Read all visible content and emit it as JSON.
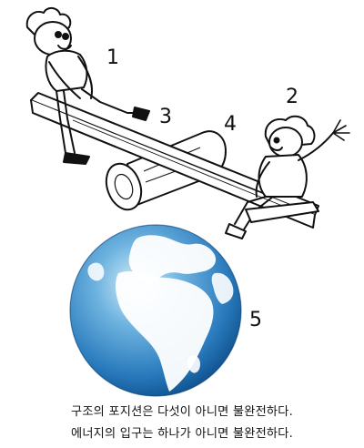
{
  "labels": {
    "n1": "1",
    "n2": "2",
    "n3": "3",
    "n4": "4",
    "n5": "5"
  },
  "caption": {
    "line1": "구조의 포지션은 다섯이 아니면 불완전하다.",
    "line2": "에너지의 입구는 하나가 아니면 불완전하다."
  },
  "colors": {
    "ink": "#111111",
    "ocean_light": "#bfe3f7",
    "ocean_mid": "#3f93cf",
    "ocean_dark": "#0d4f8c",
    "land": "#ffffff"
  },
  "illustration": {
    "type": "seesaw-cartoon",
    "icons": [
      "boy-standing-icon",
      "child-sitting-icon",
      "seesaw-plank-icon",
      "log-fulcrum-icon",
      "earth-globe-icon"
    ]
  }
}
